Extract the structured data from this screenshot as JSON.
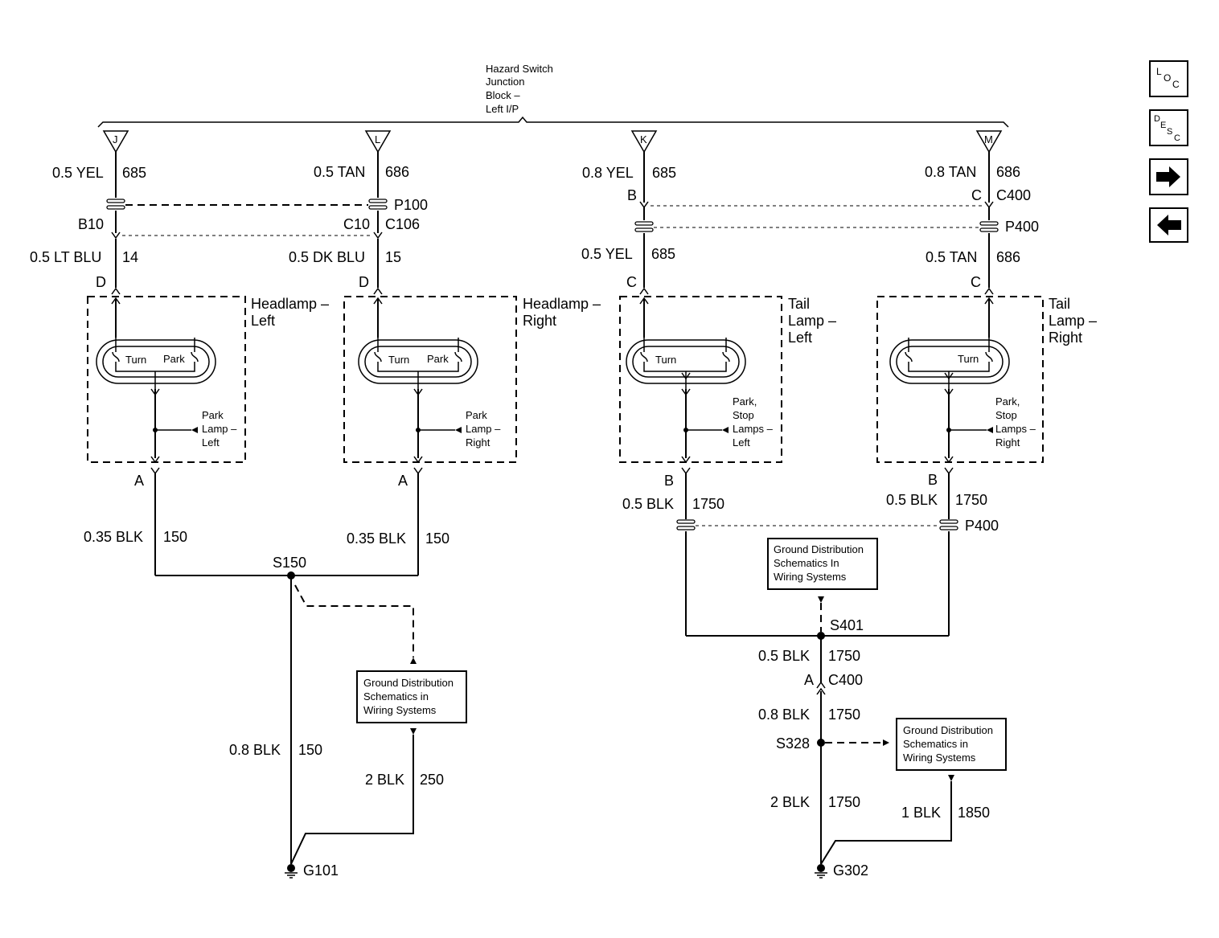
{
  "title": {
    "line1": "Hazard Switch",
    "line2": "Junction",
    "line3": "Block –",
    "line4": "Left I/P"
  },
  "pins": {
    "j": "J",
    "l": "L",
    "k": "K",
    "m": "M"
  },
  "wires": {
    "col1_top": {
      "gauge_color": "0.5 YEL",
      "circuit": "685"
    },
    "col1_mid": {
      "gauge_color": "0.5 LT BLU",
      "circuit": "14"
    },
    "col1_bot": {
      "gauge_color": "0.35 BLK",
      "circuit": "150"
    },
    "col2_top": {
      "gauge_color": "0.5 TAN",
      "circuit": "686"
    },
    "col2_mid": {
      "gauge_color": "0.5 DK BLU",
      "circuit": "15"
    },
    "col2_bot": {
      "gauge_color": "0.35 BLK",
      "circuit": "150"
    },
    "col3_top": {
      "gauge_color": "0.8 YEL",
      "circuit": "685"
    },
    "col3_mid": {
      "gauge_color": "0.5 YEL",
      "circuit": "685"
    },
    "col3_bot": {
      "gauge_color": "0.5 BLK",
      "circuit": "1750"
    },
    "col4_top": {
      "gauge_color": "0.8 TAN",
      "circuit": "686"
    },
    "col4_mid": {
      "gauge_color": "0.5 TAN",
      "circuit": "686"
    },
    "col4_bot": {
      "gauge_color": "0.5 BLK",
      "circuit": "1750"
    },
    "g101_main": {
      "gauge_color": "0.8 BLK",
      "circuit": "150"
    },
    "g101_branch": {
      "gauge_color": "2 BLK",
      "circuit": "250"
    },
    "s401_down": {
      "gauge_color": "0.5 BLK",
      "circuit": "1750"
    },
    "c400_down": {
      "gauge_color": "0.8 BLK",
      "circuit": "1750"
    },
    "g302_main": {
      "gauge_color": "2 BLK",
      "circuit": "1750"
    },
    "g302_branch": {
      "gauge_color": "1 BLK",
      "circuit": "1850"
    }
  },
  "connectors": {
    "p100": "P100",
    "b10": "B10",
    "c10": "C10",
    "c106": "C106",
    "b_k": "B",
    "c_m": "C",
    "c400_top": "C400",
    "p400_top": "P400",
    "p400_bot": "P400",
    "a_c400": "A",
    "c400_bot": "C400"
  },
  "pin_letters": {
    "col1_d": "D",
    "col2_d": "D",
    "col3_c": "C",
    "col4_c": "C",
    "col1_a": "A",
    "col2_a": "A",
    "col3_b": "B",
    "col4_b": "B"
  },
  "components": {
    "hl_left": {
      "line1": "Headlamp –",
      "line2": "Left"
    },
    "hl_right": {
      "line1": "Headlamp –",
      "line2": "Right"
    },
    "tl_left": {
      "line1": "Tail",
      "line2": "Lamp –",
      "line3": "Left"
    },
    "tl_right": {
      "line1": "Tail",
      "line2": "Lamp –",
      "line3": "Right"
    }
  },
  "bulbs": {
    "turn": "Turn",
    "park": "Park"
  },
  "bulb_labels": {
    "park_left": {
      "line1": "Park",
      "line2": "Lamp –",
      "line3": "Left"
    },
    "park_right": {
      "line1": "Park",
      "line2": "Lamp –",
      "line3": "Right"
    },
    "stop_left": {
      "line1": "Park,",
      "line2": "Stop",
      "line3": "Lamps –",
      "line4": "Left"
    },
    "stop_right": {
      "line1": "Park,",
      "line2": "Stop",
      "line3": "Lamps –",
      "line4": "Right"
    }
  },
  "splices": {
    "s150": "S150",
    "s401": "S401",
    "s328": "S328"
  },
  "grounds": {
    "g101": "G101",
    "g302": "G302"
  },
  "gd_box": {
    "line1": "Ground Distribution",
    "line2a": "Schematics In",
    "line2b": "Schematics in",
    "line3": "Wiring Systems"
  },
  "nav": {
    "loc": {
      "l": "L",
      "o": "O",
      "c": "C"
    },
    "desc": {
      "d": "D",
      "e": "E",
      "s": "S",
      "c": "C"
    }
  },
  "icons": [
    "right-arrow-icon",
    "left-arrow-icon"
  ]
}
